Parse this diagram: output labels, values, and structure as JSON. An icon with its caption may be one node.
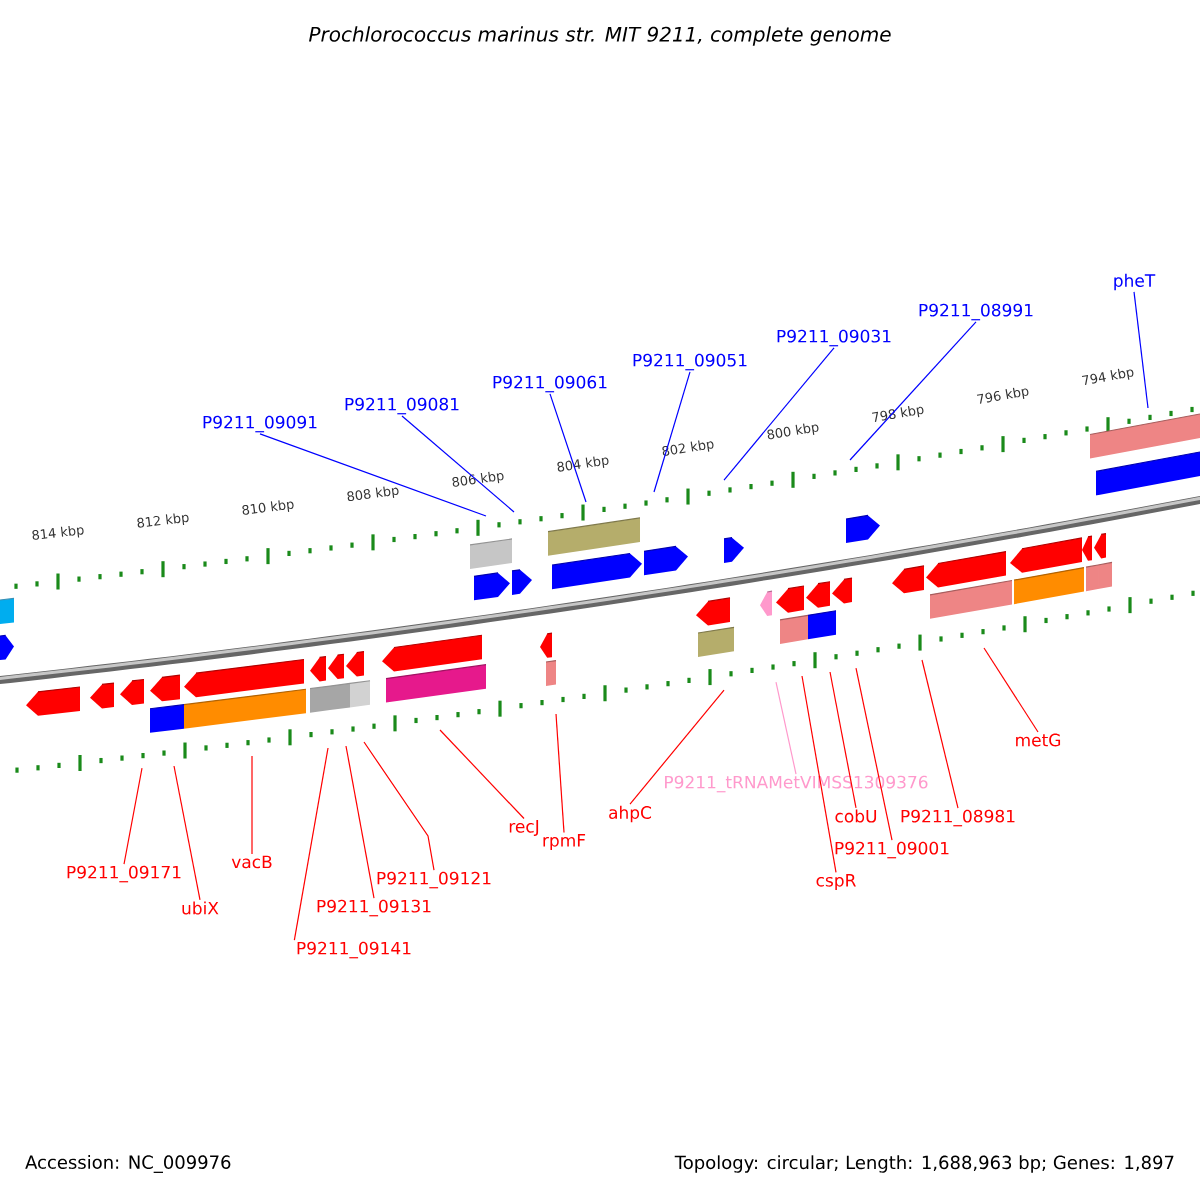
{
  "diagram": {
    "title": "Prochlorococcus marinus str. MIT 9211, complete genome",
    "nodes": [
      {
        "text": [
          "P9211_09091"
        ]
      },
      {
        "text": [
          "P9211_09081"
        ]
      },
      {
        "text": [
          "P9211_09061"
        ]
      },
      {
        "text": [
          "P9211_09051"
        ]
      },
      {
        "text": [
          "P9211_09031"
        ]
      },
      {
        "text": [
          "P9211_08991"
        ]
      },
      {
        "text": [
          "pheT"
        ]
      },
      {
        "text": [
          "P9211_09171"
        ]
      },
      {
        "text": [
          "ubiX"
        ]
      },
      {
        "text": [
          "vacB"
        ]
      },
      {
        "text": [
          "P9211_09141"
        ]
      },
      {
        "text": [
          "P9211_09131"
        ]
      },
      {
        "text": [
          "P9211_09121"
        ]
      },
      {
        "text": [
          "recJ"
        ]
      },
      {
        "text": [
          "rpmF"
        ]
      },
      {
        "text": [
          "ahpC"
        ]
      },
      {
        "text": [
          "P9211_tRNAMetVIMSS1309376"
        ]
      },
      {
        "text": [
          "cspR"
        ]
      },
      {
        "text": [
          "cobU"
        ]
      },
      {
        "text": [
          "P9211_09001"
        ]
      },
      {
        "text": [
          "P9211_08981"
        ]
      },
      {
        "text": [
          "metG"
        ]
      }
    ],
    "edges": [
      {
        "from": 0,
        "to": null,
        "arrow": "none",
        "color": "#0000ff"
      },
      {
        "from": 1,
        "to": null,
        "arrow": "none",
        "color": "#0000ff"
      },
      {
        "from": 2,
        "to": null,
        "arrow": "none",
        "color": "#0000ff"
      },
      {
        "from": 3,
        "to": null,
        "arrow": "none",
        "color": "#0000ff"
      },
      {
        "from": 4,
        "to": null,
        "arrow": "none",
        "color": "#0000ff"
      },
      {
        "from": 5,
        "to": null,
        "arrow": "none",
        "color": "#0000ff"
      },
      {
        "from": 6,
        "to": null,
        "arrow": "none",
        "color": "#0000ff"
      },
      {
        "from": 7,
        "to": null,
        "arrow": "none"
      },
      {
        "from": 8,
        "to": null,
        "arrow": "none"
      },
      {
        "from": 9,
        "to": null,
        "arrow": "none"
      },
      {
        "from": 10,
        "to": null,
        "arrow": "none"
      },
      {
        "from": 11,
        "to": null,
        "arrow": "none"
      },
      {
        "from": 12,
        "to": null,
        "arrow": "none"
      },
      {
        "from": 13,
        "to": null,
        "arrow": "none"
      },
      {
        "from": 14,
        "to": null,
        "arrow": "none"
      },
      {
        "from": 15,
        "to": null,
        "arrow": "none"
      },
      {
        "from": 16,
        "to": null,
        "arrow": "none",
        "color": "#ff99cc"
      },
      {
        "from": 17,
        "to": null,
        "arrow": "none"
      },
      {
        "from": 18,
        "to": null,
        "arrow": "none"
      },
      {
        "from": 19,
        "to": null,
        "arrow": "none"
      },
      {
        "from": 20,
        "to": null,
        "arrow": "none"
      },
      {
        "from": 21,
        "to": null,
        "arrow": "none"
      }
    ],
    "labels": [
      "814 kbp",
      "812 kbp",
      "810 kbp",
      "808 kbp",
      "806 kbp",
      "804 kbp",
      "802 kbp",
      "800 kbp",
      "798 kbp",
      "796 kbp",
      "794 kbp",
      "Accession: NC_009976",
      "Topology: circular; Length: 1,688,963 bp; Genes: 1,897"
    ]
  }
}
